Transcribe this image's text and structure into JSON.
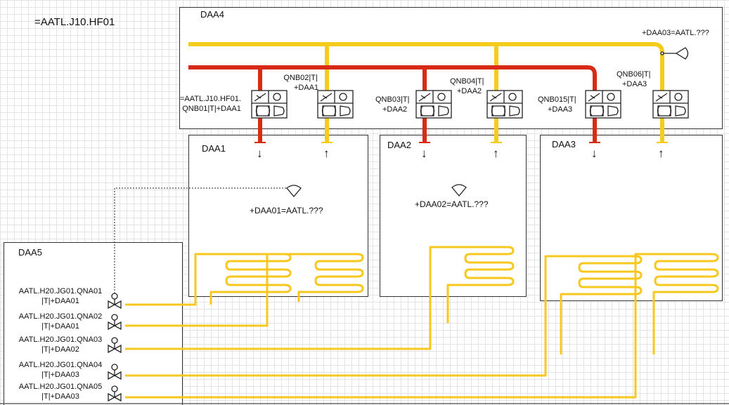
{
  "title": "=AATL.J10.HF01",
  "colors": {
    "supply": "#d72b16",
    "return": "#f5cc1c",
    "pipe": "#f8c81e",
    "grid": "#e3e3e3",
    "line": "#222222"
  },
  "zones": {
    "daa4": {
      "name": "DAA4",
      "sensor": "+DAA03=AATL.???"
    },
    "daa1": {
      "name": "DAA1",
      "sensor": "+DAA01=AATL.???"
    },
    "daa2": {
      "name": "DAA2",
      "sensor": "+DAA02=AATL.???"
    },
    "daa3": {
      "name": "DAA3"
    },
    "daa5": {
      "name": "DAA5"
    }
  },
  "valves": [
    {
      "line1": "=AATL.J10.HF01.",
      "line2": "QNB01|T|+DAA1"
    },
    {
      "line1": "QNB02|T|",
      "line2": "+DAA1"
    },
    {
      "line1": "QNB03|T|",
      "line2": "+DAA2"
    },
    {
      "line1": "QNB04|T|",
      "line2": "+DAA2"
    },
    {
      "line1": "QNB015|T|",
      "line2": "+DAA3"
    },
    {
      "line1": "QNB06|T|",
      "line2": "+DAA3"
    }
  ],
  "loop_valves": [
    {
      "line1": "AATL.H20.JG01.QNA01",
      "line2": "|T|+DAA01"
    },
    {
      "line1": "AATL.H20.JG01.QNA02",
      "line2": "|T|+DAA01"
    },
    {
      "line1": "AATL.H20.JG01.QNA03",
      "line2": "|T|+DAA02"
    },
    {
      "line1": "AATL.H20.JG01.QNA04",
      "line2": "|T|+DAA03"
    },
    {
      "line1": "AATL.H20.JG01.QNA05",
      "line2": "|T|+DAA03"
    }
  ],
  "flow_arrows": {
    "down": "↓",
    "up": "↑"
  }
}
